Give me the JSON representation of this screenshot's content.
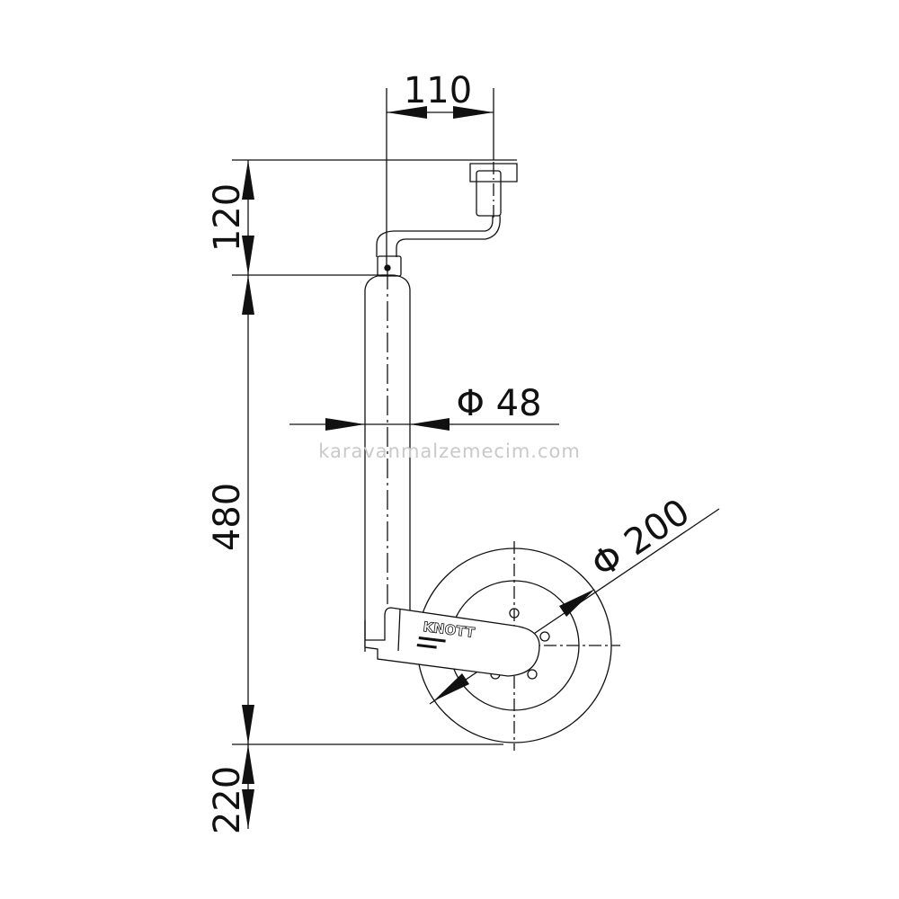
{
  "drawing": {
    "dim_crank_offset": "110",
    "dim_crank_height": "120",
    "dim_tube_length": "480",
    "dim_bottom": "220",
    "dim_tube_diameter": "Φ 48",
    "dim_wheel_diameter": "Φ 200",
    "brand_label": "KNOTT",
    "watermark": "karavanmalzemecim.com"
  }
}
